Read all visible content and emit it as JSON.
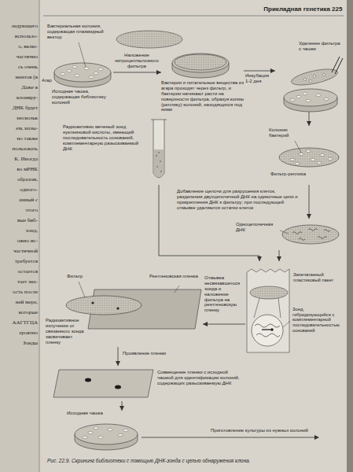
{
  "diagram": {
    "caption": "Рис. 22.9. Скрининг библиотеки с помощью ДНК-зонда с целью обнаружения клона.",
    "nodes": [
      {
        "text": [
          "Исходная чашка, содержащая библиотеку колоний"
        ]
      },
      {
        "text": [
          "Бактерии и питательные вещества из агара проходят через фильтр, и бактерии начинают расти на поверхности фильтра, образуя копию (реплику) колоний, находящихся под ними"
        ]
      },
      {
        "text": [
          "Удаление фильтра с чашки"
        ]
      },
      {
        "text": [
          "Колонии бактерий",
          "Фильтр-реплика"
        ]
      },
      {
        "text": [
          "Радиоактивно меченый зонд нуклеиновой кислоты, имеющий последовательность оснований, комплементарную разыскиваемой ДНК"
        ]
      },
      {
        "text": [
          "Одноцепочечная ДНК"
        ]
      },
      {
        "text": [
          "Запечатанный пластиковый пакет",
          "Зонд, гибридизующийся с комплементарной последовательностью оснований"
        ]
      },
      {
        "text": [
          "Фильтр",
          "Рентгеновская пленка",
          "Радиоактивное излучение от связанного зонда засвечивает пленку"
        ]
      },
      {
        "text": [
          "Совмещение пленки с исходной чашкой для идентификации колоний, содержащих разыскиваемую ДНК"
        ]
      },
      {
        "text": [
          "Исходная чашка"
        ]
      }
    ],
    "edges": [
      {
        "from": 0,
        "to": 1,
        "arrow": "to",
        "label": "Наложение нитроцеллюлозного фильтра"
      },
      {
        "from": 1,
        "to": 2,
        "arrow": "to",
        "label": "Инкубация 1-2 дня"
      },
      {
        "from": 2,
        "to": 3,
        "arrow": "to"
      },
      {
        "from": 3,
        "to": 5,
        "arrow": "to",
        "label": "Добавление щелочи для разрушения клеток, разделения двухцепочечной ДНК на одиночные цепи и прикрепления ДНК к фильтру; при последующей отмывке удаляются остатки клеток"
      },
      {
        "from": 4,
        "to": 6,
        "arrow": "to"
      },
      {
        "from": 5,
        "to": 6,
        "arrow": "to"
      },
      {
        "from": 6,
        "to": 7,
        "arrow": "to",
        "label": "Отмывка несвязавшегося зонда и наложение фильтра на рентгеновскую пленку"
      },
      {
        "from": 7,
        "to": 8,
        "arrow": "to",
        "label": "Проявление пленки"
      },
      {
        "from": 8,
        "to": 9,
        "arrow": "to"
      }
    ],
    "labels": [
      "Прикладная генетика",
      "225",
      "Бактериальная колония, содержащая плазмидный вектор",
      "Агар",
      "Приготовление культуры из нужных колоний",
      "ледующего",
      "использо-",
      "о, вклю-",
      "частично",
      "сь очень",
      "ментов (в",
      "Даже в",
      "клониру-",
      "ДНК будет",
      "нескольк",
      "ем, назы-",
      "но также",
      "пользовать",
      "К. Иногда",
      "во мРНК",
      "образом,",
      "одного-",
      "анный с",
      "этого",
      "вые биб-",
      "зонд,",
      "ожно ис-",
      "частичной",
      "требуется",
      "остается",
      "тает зна-",
      "ость после",
      "ней мере,",
      "которые",
      "ААГТГЦА",
      "ероятно",
      "Зонды"
    ]
  }
}
